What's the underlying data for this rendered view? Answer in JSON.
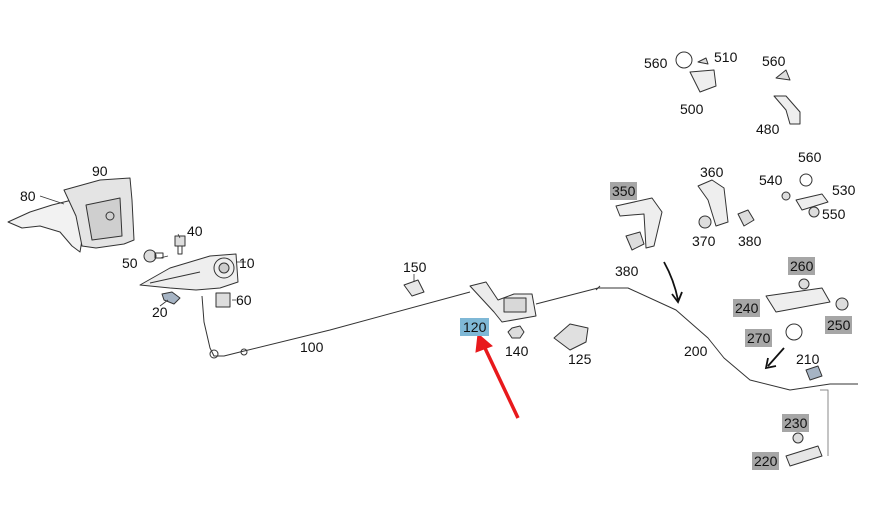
{
  "diagram": {
    "highlight_color": "#7fb8d6",
    "gray_label_color": "#a6a6a6",
    "arrow_color": "#e8191c",
    "labels": {
      "l560a": "560",
      "l510": "510",
      "l560b": "560",
      "l500": "500",
      "l480": "480",
      "l90": "90",
      "l80": "80",
      "l40": "40",
      "l50": "50",
      "l10": "10",
      "l20": "20",
      "l60": "60",
      "l150": "150",
      "l100": "100",
      "l120": "120",
      "l140": "140",
      "l125": "125",
      "l350": "350",
      "l380a": "380",
      "l360": "360",
      "l370": "370",
      "l380b": "380",
      "l540": "540",
      "l560c": "560",
      "l530": "530",
      "l550": "550",
      "l260": "260",
      "l240": "240",
      "l250": "250",
      "l270": "270",
      "l200": "200",
      "l210": "210",
      "l230": "230",
      "l220": "220"
    }
  }
}
